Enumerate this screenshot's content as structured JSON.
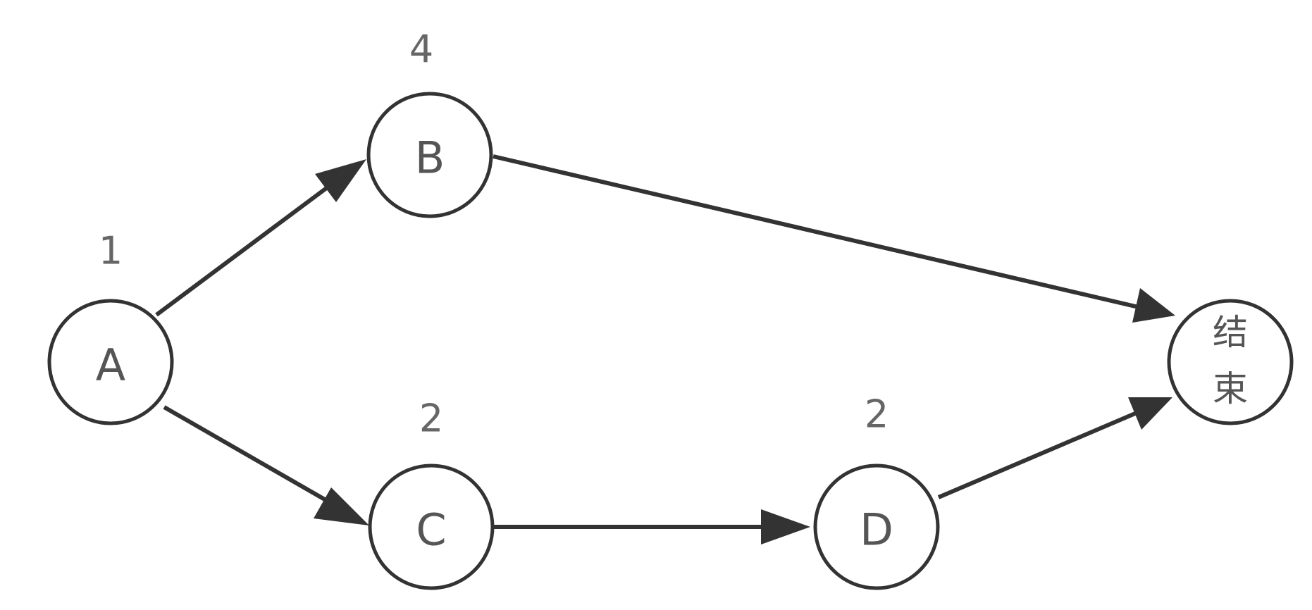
{
  "nodes": [
    {
      "id": "A",
      "label": "A",
      "weight": "1"
    },
    {
      "id": "B",
      "label": "B",
      "weight": "4"
    },
    {
      "id": "C",
      "label": "C",
      "weight": "2"
    },
    {
      "id": "D",
      "label": "D",
      "weight": "2"
    },
    {
      "id": "end",
      "label_line1": "结",
      "label_line2": "束",
      "weight": ""
    }
  ],
  "edges": [
    {
      "from": "A",
      "to": "B"
    },
    {
      "from": "A",
      "to": "C"
    },
    {
      "from": "B",
      "to": "end"
    },
    {
      "from": "C",
      "to": "D"
    },
    {
      "from": "D",
      "to": "end"
    }
  ],
  "colors": {
    "stroke": "#333333",
    "text": "#555555",
    "weight_text": "#666666",
    "background": "#ffffff"
  }
}
